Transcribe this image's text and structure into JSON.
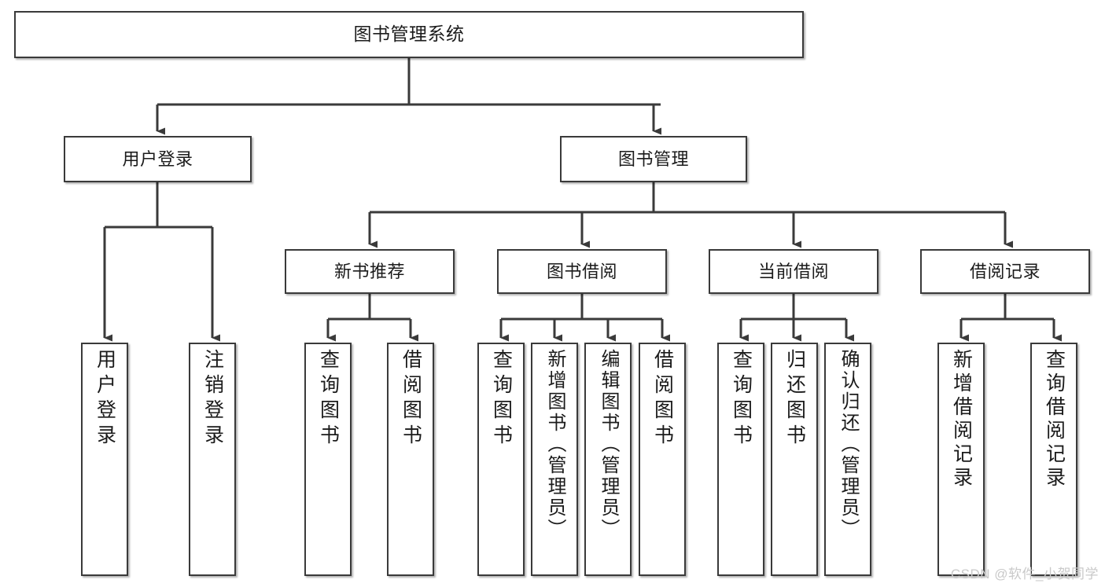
{
  "diagram": {
    "title": "图书管理系统",
    "type": "tree",
    "watermark": "CSDN @软件_小贺同学",
    "colors": {
      "node_border": "#3a3a3a",
      "node_fill": "#ffffff",
      "edge": "#3a3a3a",
      "text": "#1b1b1b",
      "watermark": "#c9c9c9",
      "background": "#ffffff"
    },
    "root": {
      "label": "图书管理系统"
    },
    "level2": [
      {
        "label": "用户登录"
      },
      {
        "label": "图书管理"
      }
    ],
    "level3": [
      {
        "label": "新书推荐"
      },
      {
        "label": "图书借阅"
      },
      {
        "label": "当前借阅"
      },
      {
        "label": "借阅记录"
      }
    ],
    "leaves": {
      "user_login": [
        {
          "label": "用户登录"
        },
        {
          "label": "注销登录"
        }
      ],
      "new_book_recommend": [
        {
          "label": "查询图书"
        },
        {
          "label": "借阅图书"
        }
      ],
      "book_borrow": [
        {
          "label": "查询图书"
        },
        {
          "label": "新增图书（管理员）"
        },
        {
          "label": "编辑图书（管理员）"
        },
        {
          "label": "借阅图书"
        }
      ],
      "current_borrow": [
        {
          "label": "查询图书"
        },
        {
          "label": "归还图书"
        },
        {
          "label": "确认归还（管理员）"
        }
      ],
      "borrow_records": [
        {
          "label": "新增借阅记录"
        },
        {
          "label": "查询借阅记录"
        }
      ]
    }
  }
}
